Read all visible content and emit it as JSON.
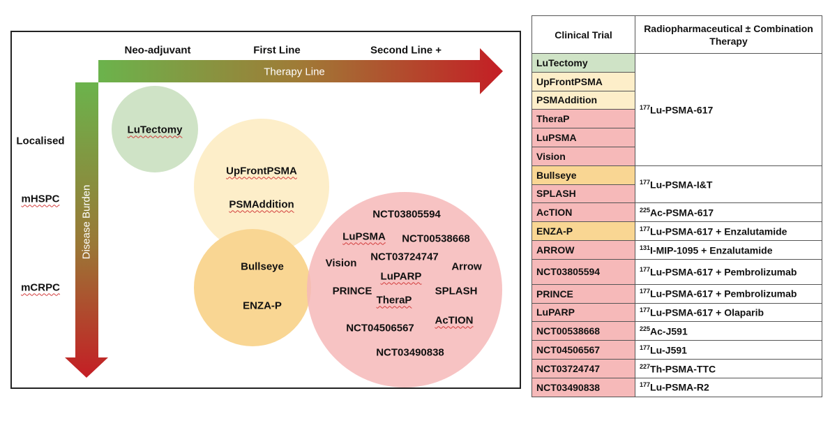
{
  "colors": {
    "green": "#cfe3c6",
    "light_yellow": "#fdeec9",
    "orange": "#f9d693",
    "pink": "#f6b9b9",
    "arrow_green": "#6bb34c",
    "arrow_red": "#c41e25"
  },
  "diagram": {
    "therapy_line_label": "Therapy Line",
    "disease_burden_label": "Disease Burden",
    "columns": [
      "Neo-adjuvant",
      "First Line",
      "Second Line +"
    ],
    "rows": [
      "Localised",
      "mHSPC",
      "mCRPC"
    ],
    "green_circle": [
      "LuTectomy"
    ],
    "yellow_circle": [
      "UpFrontPSMA",
      "PSMAddition"
    ],
    "orange_circle": [
      "Bullseye",
      "ENZA-P"
    ],
    "pink_circle": [
      "NCT03805594",
      "LuPSMA",
      "NCT00538668",
      "NCT03724747",
      "Vision",
      "Arrow",
      "LuPARP",
      "PRINCE",
      "SPLASH",
      "TheraP",
      "AcTION",
      "NCT04506567",
      "NCT03490838"
    ]
  },
  "table": {
    "header_trial": "Clinical Trial",
    "header_therapy": "Radiopharmaceutical ± Combination Therapy",
    "trials": [
      {
        "name": "LuTectomy",
        "color": "green"
      },
      {
        "name": "UpFrontPSMA",
        "color": "light_yellow"
      },
      {
        "name": "PSMAddition",
        "color": "light_yellow"
      },
      {
        "name": "TheraP",
        "color": "pink"
      },
      {
        "name": "LuPSMA",
        "color": "pink"
      },
      {
        "name": "Vision",
        "color": "pink"
      },
      {
        "name": "Bullseye",
        "color": "orange"
      },
      {
        "name": "SPLASH",
        "color": "pink"
      },
      {
        "name": "AcTION",
        "color": "pink"
      },
      {
        "name": "ENZA-P",
        "color": "orange"
      },
      {
        "name": "ARROW",
        "color": "pink"
      },
      {
        "name": "NCT03805594",
        "color": "pink"
      },
      {
        "name": "PRINCE",
        "color": "pink"
      },
      {
        "name": "LuPARP",
        "color": "pink"
      },
      {
        "name": "NCT00538668",
        "color": "pink"
      },
      {
        "name": "NCT04506567",
        "color": "pink"
      },
      {
        "name": "NCT03724747",
        "color": "pink"
      },
      {
        "name": "NCT03490838",
        "color": "pink"
      }
    ],
    "therapies": [
      {
        "iso": "177",
        "text": "Lu-PSMA-617",
        "span": 6
      },
      {
        "iso": "177",
        "text": "Lu-PSMA-I&T",
        "span": 2
      },
      {
        "iso": "225",
        "text": "Ac-PSMA-617",
        "span": 1
      },
      {
        "iso": "177",
        "text": "Lu-PSMA-617 + Enzalutamide",
        "span": 1
      },
      {
        "iso": "131",
        "text": "I-MIP-1095 + Enzalutamide",
        "span": 1
      },
      {
        "iso": "177",
        "text": "Lu-PSMA-617 + Pembrolizumab",
        "span": 1
      },
      {
        "iso": "177",
        "text": "Lu-PSMA-617 + Pembrolizumab",
        "span": 1
      },
      {
        "iso": "177",
        "text": "Lu-PSMA-617 + Olaparib",
        "span": 1
      },
      {
        "iso": "225",
        "text": "Ac-J591",
        "span": 1
      },
      {
        "iso": "177",
        "text": "Lu-J591",
        "span": 1
      },
      {
        "iso": "227",
        "text": "Th-PSMA-TTC",
        "span": 1
      },
      {
        "iso": "177",
        "text": "Lu-PSMA-R2",
        "span": 1
      }
    ]
  }
}
